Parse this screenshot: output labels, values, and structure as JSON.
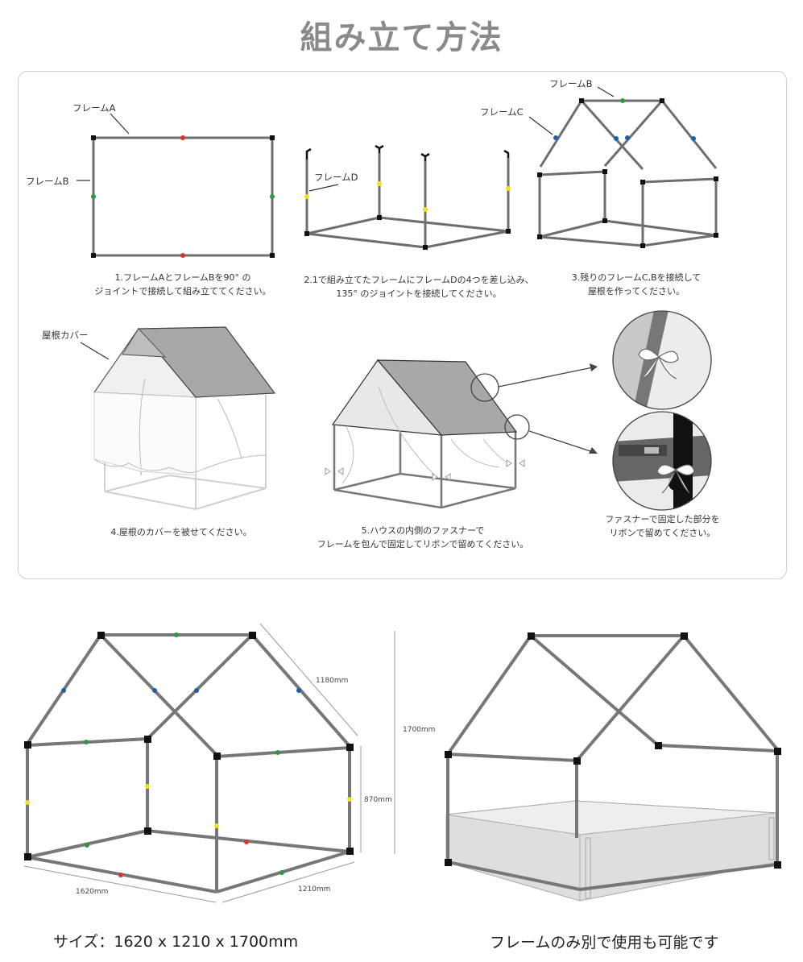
{
  "title": "組み立て方法",
  "steps": {
    "step1": {
      "label_a": "フレームA",
      "label_b": "フレームB",
      "caption_line1": "1.フレームAとフレームBを90° の",
      "caption_line2": "ジョイントで接続して組み立ててください。"
    },
    "step2": {
      "label_d": "フレームD",
      "caption_line1": "2.1で組み立てたフレームにフレームDの4つを差し込み、",
      "caption_line2": "135° のジョイントを接続してください。"
    },
    "step3": {
      "label_b": "フレームB",
      "label_c": "フレームC",
      "caption_line1": "3.残りのフレームC,Bを接続して",
      "caption_line2": "屋根を作ってください。"
    },
    "step4": {
      "label_cover": "屋根カバー",
      "caption": "4.屋根のカバーを被せてください。"
    },
    "step5": {
      "caption_line1": "5.ハウスの内側のファスナーで",
      "caption_line2": "フレームを包んで固定してリボンで留めてください。"
    },
    "detail": {
      "caption_line1": "ファスナーで固定した部分を",
      "caption_line2": "リボンで留めてください。"
    }
  },
  "dimensions": {
    "depth_top": "1180mm",
    "height_total": "1700mm",
    "height_wall": "870mm",
    "width": "1620mm",
    "depth": "1210mm"
  },
  "bottom": {
    "size_caption": "サイズ：1620 x 1210 x 1700mm",
    "frame_caption": "フレームのみ別で使用も可能です"
  },
  "colors": {
    "frame": "#6e6e6e",
    "joint_red": "#e0302a",
    "joint_green": "#2a9a3e",
    "joint_blue": "#1f5fa8",
    "joint_yellow": "#f2e21a",
    "roof": "#a8a8a8"
  }
}
